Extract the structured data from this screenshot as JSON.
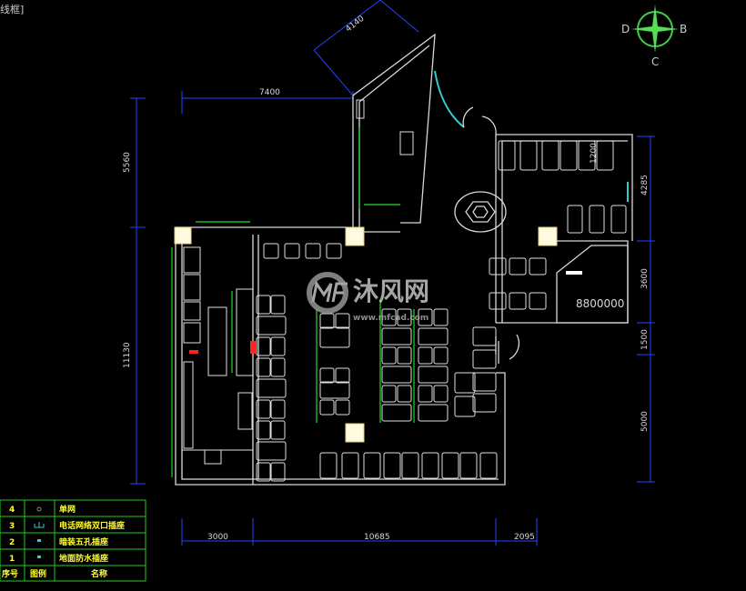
{
  "viewport_tag": "线框]",
  "compass": {
    "labels": [
      "D",
      "B",
      "C"
    ]
  },
  "dimensions": {
    "top_angled": "4140",
    "top": "7400",
    "left_upper": "5560",
    "left_lower": "11130",
    "right_1": "1200",
    "right_2": "4285",
    "right_3": "3600",
    "right_4": "1500",
    "right_5": "5000",
    "bottom_1": "3000",
    "bottom_2": "10685",
    "bottom_3": "2095"
  },
  "room_label": "8800000",
  "watermark": {
    "brand": "沐风网",
    "url": "www.mfcad.com"
  },
  "legend": {
    "headers": [
      "序号",
      "图例",
      "名称"
    ],
    "rows": [
      {
        "no": "4",
        "name": "单网"
      },
      {
        "no": "3",
        "name": "电话网络双口插座"
      },
      {
        "no": "2",
        "name": "暗装五孔插座"
      },
      {
        "no": "1",
        "name": "地面防水插座"
      }
    ]
  },
  "colors": {
    "wall": "#d8d8d8",
    "annotation": "#22dd22",
    "dimension_line": "#2244ff",
    "legend_text": "#ffff33",
    "column": "#fffbe0"
  }
}
